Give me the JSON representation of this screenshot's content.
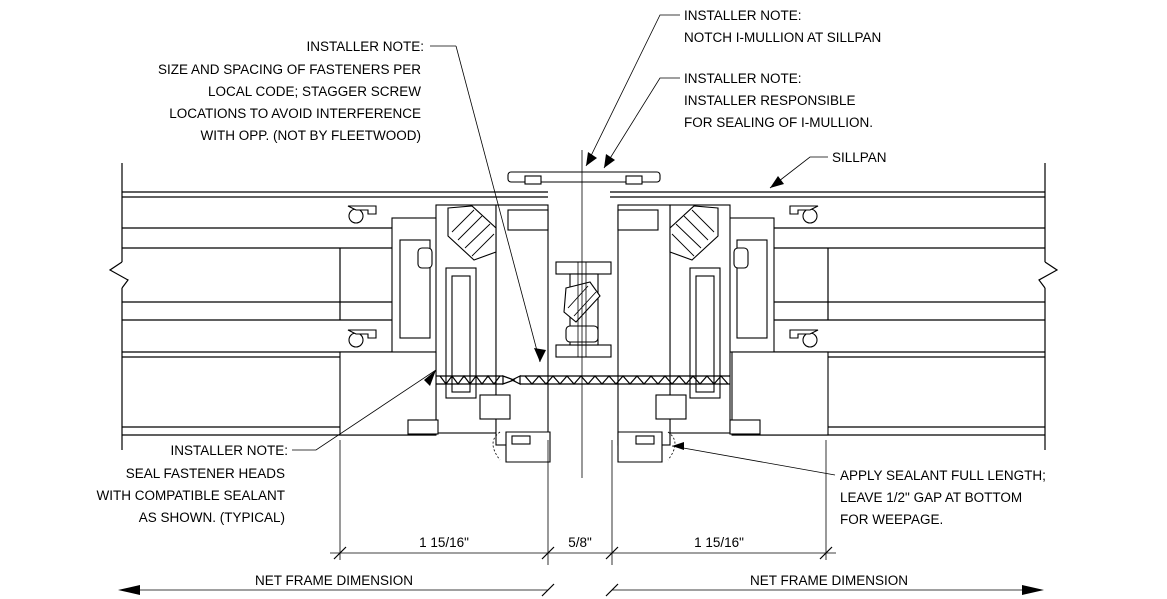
{
  "notes": {
    "fastener_spacing": [
      "INSTALLER NOTE:",
      "SIZE AND SPACING OF FASTENERS PER",
      "LOCAL CODE; STAGGER SCREW",
      "LOCATIONS TO AVOID INTERFERENCE",
      "WITH OPP. (NOT BY FLEETWOOD)"
    ],
    "notch_mullion": [
      "INSTALLER NOTE:",
      "NOTCH I-MULLION AT SILLPAN"
    ],
    "sealing_mullion": [
      "INSTALLER NOTE:",
      "INSTALLER RESPONSIBLE",
      "FOR SEALING OF I-MULLION."
    ],
    "sillpan": [
      "SILLPAN"
    ],
    "seal_heads": [
      "INSTALLER NOTE:",
      "SEAL FASTENER HEADS",
      "WITH COMPATIBLE SEALANT",
      "AS SHOWN. (TYPICAL)"
    ],
    "apply_sealant": [
      "APPLY SEALANT FULL LENGTH;",
      "LEAVE 1/2\" GAP AT BOTTOM",
      "FOR WEEPAGE."
    ]
  },
  "dimensions": {
    "left_frame": "1 15/16\"",
    "gap": "5/8\"",
    "right_frame": "1 15/16\"",
    "net_left": "NET FRAME DIMENSION",
    "net_right": "NET FRAME DIMENSION"
  }
}
